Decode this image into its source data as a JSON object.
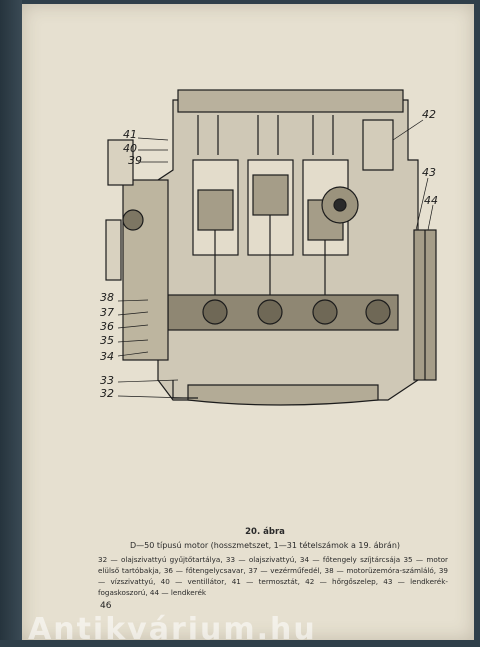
{
  "figure": {
    "callouts": [
      "32",
      "33",
      "34",
      "35",
      "36",
      "37",
      "38",
      "39",
      "40",
      "41",
      "42",
      "43",
      "44"
    ]
  },
  "caption": {
    "number": "20. ábra",
    "title": "D—50 típusú motor (hosszmetszet, 1—31 tételszámok a 19. ábrán)",
    "legend": "32 — olajszivattyú gyűjtőtartálya, 33 — olajszivattyú, 34 — főtengely szíjtárcsája 35 — motor elülső tartóbakja, 36 — főtengelycsavar, 37 — vezérműfedél, 38 — motorüzemóra-számláló, 39 — vízszivattyú, 40 — ventillátor, 41 — termosztát, 42 — hőrgőszelep, 43 — lendkerék-fogaskoszorú, 44 — lendkerék"
  },
  "page_number": "46",
  "watermark": "Antikvárium.hu"
}
